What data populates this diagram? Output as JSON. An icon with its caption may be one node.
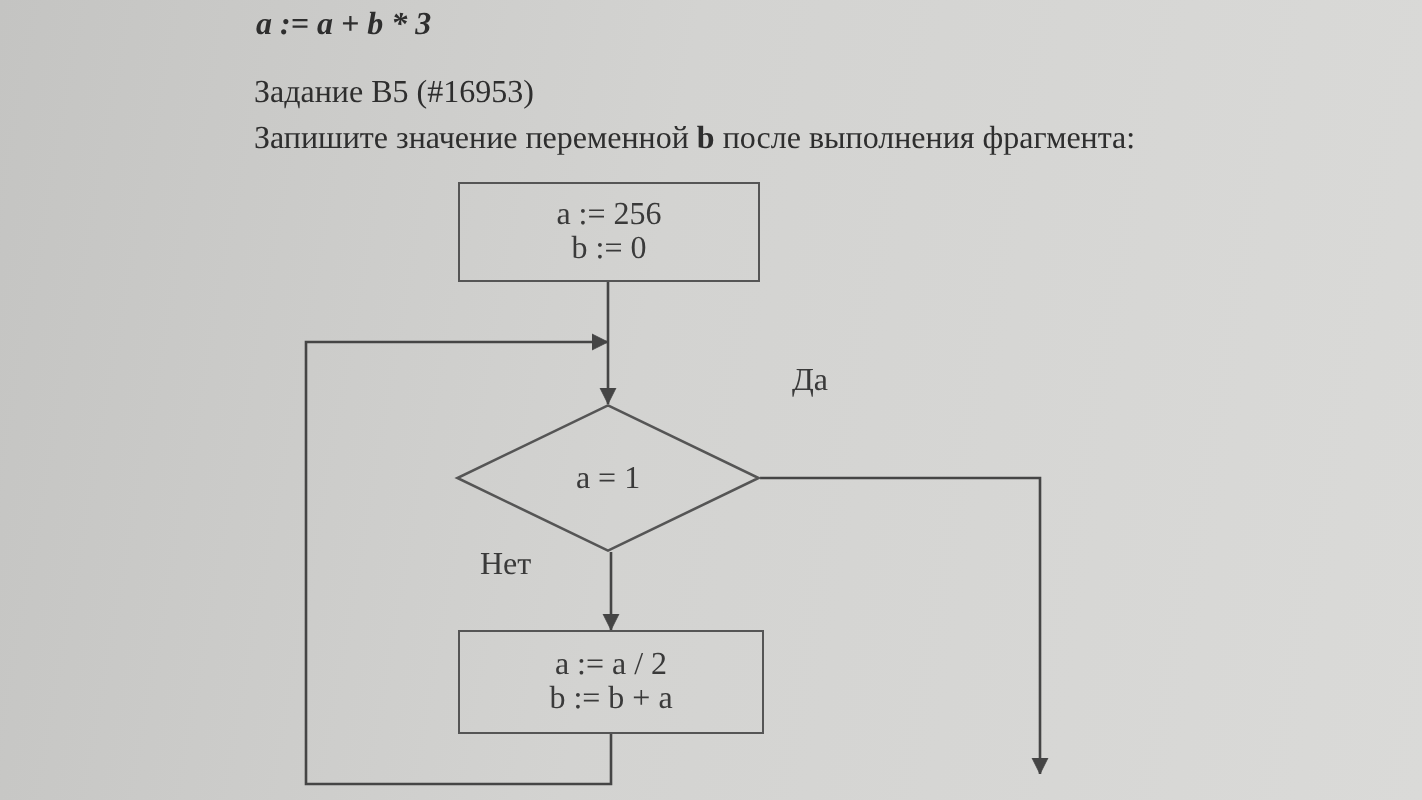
{
  "diagram": {
    "nodes": [
      {
        "text": [
          "a := 256",
          "b := 0"
        ]
      },
      {
        "text": [
          "a = 1"
        ]
      },
      {
        "text": [
          "a := a / 2",
          "b := b + a"
        ]
      }
    ],
    "edges": [
      {
        "from": 0,
        "to": 1,
        "arrow": "to"
      },
      {
        "from": 1,
        "to": 2,
        "arrow": "to",
        "label": "Нет"
      },
      {
        "from": 2,
        "to": 1,
        "arrow": "to"
      },
      {
        "from": 1,
        "to": null,
        "arrow": "to",
        "label": "Да"
      }
    ],
    "labels": [
      "a := a + b * 3",
      "Задание В5 (#16953)",
      "Запишите значение переменной **b** после выполнения фрагмента:"
    ]
  }
}
